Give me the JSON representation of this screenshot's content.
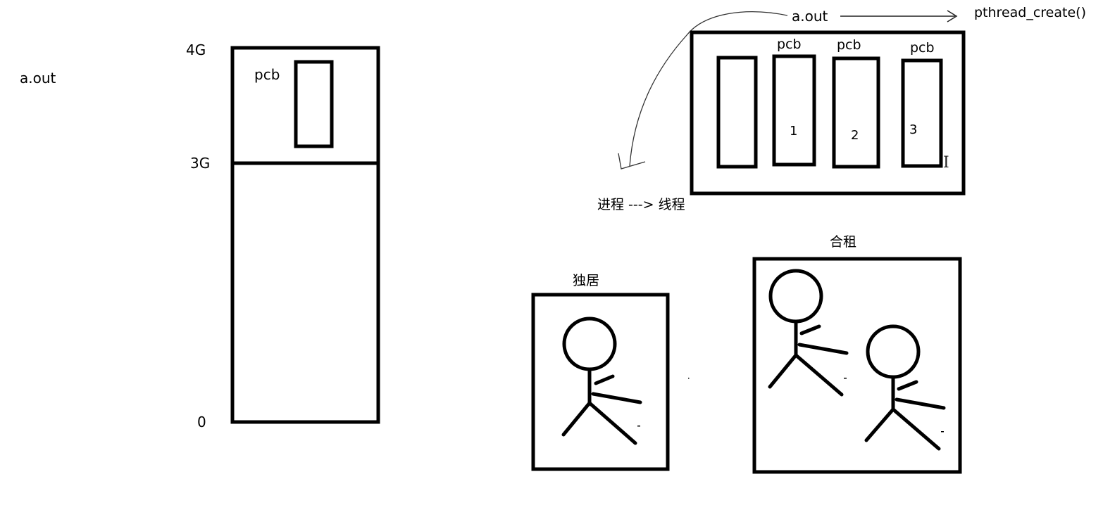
{
  "labels": {
    "program": "a.out",
    "mem_top": "4G",
    "mem_kernel": "3G",
    "mem_bottom": "0",
    "pcb": "pcb",
    "program_right": "a.out",
    "thread_api": "pthread_create()",
    "pcb_1": "pcb",
    "pcb_2": "pcb",
    "pcb_3": "pcb",
    "thread_1": "1",
    "thread_2": "2",
    "thread_3": "3",
    "process_to_thread": "进程 ---> 线程",
    "live_alone": "独居",
    "share_rent": "合租"
  },
  "text_cursor": "I",
  "colors": {
    "stroke": "#000000",
    "background": "#ffffff"
  }
}
